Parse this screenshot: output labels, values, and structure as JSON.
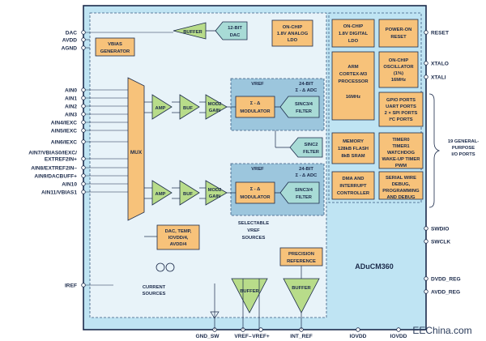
{
  "chip_name": "ADuCM360",
  "watermark": "EEChina.com",
  "left_pins": [
    "DAC",
    "AVDD",
    "AGND",
    "AIN0",
    "AIN1",
    "AIN2",
    "AIN3",
    "AIN4/IEXC",
    "AIN5/IEXC",
    "AIN6/IEXC",
    "AIN7/VBIAS0/IEXC/",
    "EXTREF2IN+",
    "AIN8/EXTREF2IN–",
    "AIN9/DACBUFF+",
    "AIN10",
    "AIN11/VBIAS1",
    "IREF"
  ],
  "right_pins": [
    "RESET",
    "XTALO",
    "XTALI",
    "SWDIO",
    "SWCLK",
    "DVDD_REG",
    "AVDD_REG"
  ],
  "bottom_pins": [
    "GND_SW",
    "VREF–",
    "VREF+",
    "INT_REF",
    "IOVDD",
    "IOVDD"
  ],
  "gpio_label": [
    "19 GENERAL-",
    "PURPOSE",
    "I/O PORTS"
  ],
  "blocks": {
    "buffer_top": "BUFFER",
    "dac": [
      "12-BIT",
      "DAC"
    ],
    "analog_ldo": [
      "ON-CHIP",
      "1.8V ANALOG",
      "LDO"
    ],
    "vbias": [
      "VBIAS",
      "GENERATOR"
    ],
    "mux": "MUX",
    "amp": "AMP",
    "buf": "BUF",
    "mod2": [
      "MOD2",
      "GAIN"
    ],
    "vref": "VREF",
    "adc_title": [
      "24-BIT",
      "Σ - Δ ADC"
    ],
    "modulator": [
      "Σ - Δ",
      "MODULATOR"
    ],
    "sinc34": [
      "SINC3/4",
      "FILTER"
    ],
    "sinc2": [
      "SINC2",
      "FILTER"
    ],
    "dac_temp": [
      "DAC, TEMP,",
      "IOVDD/4,",
      "AVDD/4"
    ],
    "current_sources": [
      "CURRENT",
      "SOURCES"
    ],
    "selectable": [
      "SELECTABLE",
      "VREF",
      "SOURCES"
    ],
    "precision_ref": [
      "PRECISION",
      "REFERENCE"
    ],
    "buffer": "BUFFER",
    "digital_ldo": [
      "ON-CHIP",
      "1.8V DIGITAL",
      "LDO"
    ],
    "por": [
      "POWER-ON",
      "RESET"
    ],
    "arm": [
      "ARM",
      "CORTEX-M3",
      "PROCESSOR",
      "",
      "16MHz"
    ],
    "osc": [
      "ON-CHIP",
      "OSCILLATOR",
      "(1%)",
      "16MHz"
    ],
    "gpio": [
      "GPIO PORTS",
      "UART PORTS",
      "2 × SPI PORTS",
      "I²C PORTS"
    ],
    "memory": [
      "MEMORY",
      "128kB FLASH",
      "8kB SRAM"
    ],
    "timers": [
      "TIMER0",
      "TIMER1",
      "WATCHDOG",
      "WAKE-UP TIMER",
      "PWM"
    ],
    "dma": [
      "DMA AND",
      "INTERRUPT",
      "CONTROLLER"
    ],
    "swd": [
      "SERIAL WIRE",
      "DEBUG,",
      "PROGRAMMING",
      "AND DEBUG"
    ]
  },
  "colors": {
    "chip": "#bfe4f3",
    "dash": "#e8f3f9",
    "orange": "#f7c27a",
    "green": "#b8dc8a",
    "teal": "#a8dbd6",
    "adc": "#9cc6dd",
    "line": "#1b2a4a"
  }
}
